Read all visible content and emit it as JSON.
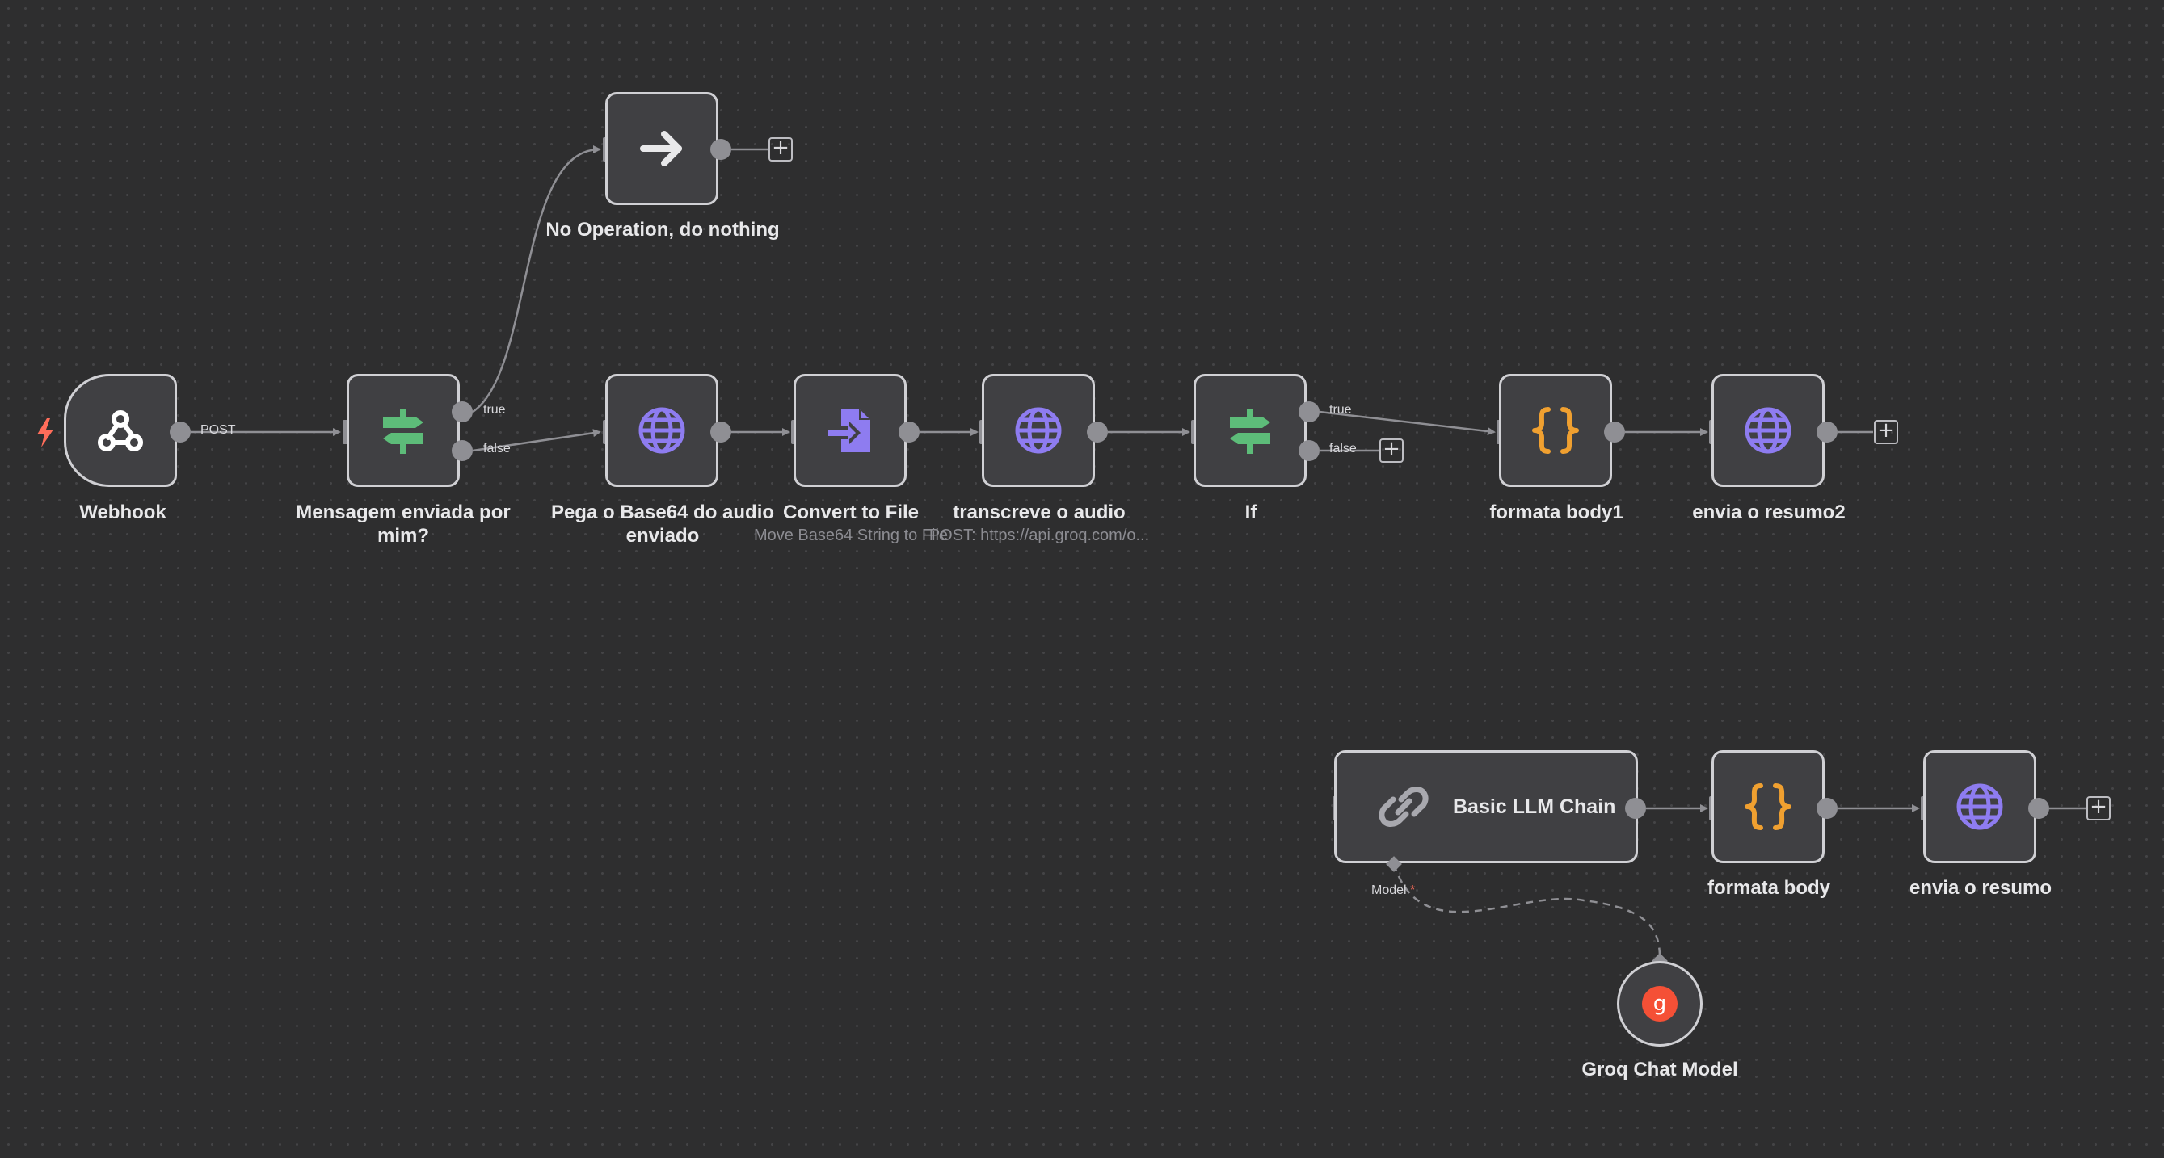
{
  "colors": {
    "canvas_bg": "#2e2e2f",
    "node_bg": "#404043",
    "node_border": "#d0d0d4",
    "wire": "#8f8f94",
    "icon_green": "#5dbc79",
    "icon_purple": "#8e7cf0",
    "icon_orange": "#f0a030",
    "trigger_red": "#ff6d5a",
    "groq_red": "#f55036"
  },
  "nodes": {
    "webhook": {
      "title": "Webhook",
      "icon": "webhook-icon",
      "output_label": "POST"
    },
    "mensagem": {
      "title": "Mensagem enviada por mim?",
      "icon": "signpost-icon",
      "true_label": "true",
      "false_label": "false"
    },
    "noop": {
      "title": "No Operation, do nothing",
      "icon": "arrow-right-icon"
    },
    "pega": {
      "title": "Pega o Base64 do audio enviado",
      "icon": "globe-icon"
    },
    "convert": {
      "title": "Convert to File",
      "subtitle": "Move Base64 String to File",
      "icon": "file-convert-icon"
    },
    "transcreve": {
      "title": "transcreve o audio",
      "subtitle": "POST: https://api.groq.com/o...",
      "icon": "globe-icon"
    },
    "if": {
      "title": "If",
      "icon": "signpost-icon",
      "true_label": "true",
      "false_label": "false"
    },
    "formata1": {
      "title": "formata body1",
      "icon": "braces-icon"
    },
    "envia2": {
      "title": "envia o resumo2",
      "icon": "globe-icon"
    },
    "llm": {
      "title": "Basic LLM Chain",
      "icon": "chain-link-icon",
      "model_label": "Model",
      "required_mark": "*"
    },
    "formata": {
      "title": "formata body",
      "icon": "braces-icon"
    },
    "envia": {
      "title": "envia o resumo",
      "icon": "globe-icon"
    },
    "groq": {
      "title": "Groq Chat Model",
      "icon": "groq-icon",
      "icon_letter": "g"
    }
  },
  "add_button_glyph": "+"
}
